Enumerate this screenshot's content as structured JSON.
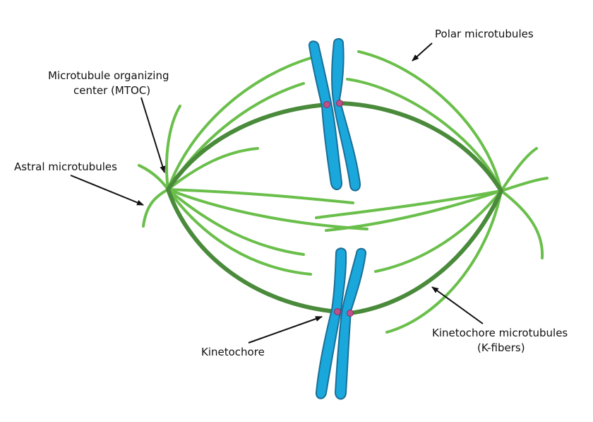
{
  "colors": {
    "polar_microtubule": "#6abf4b",
    "kinetochore_microtubule": "#4a8a3b",
    "chromosome_fill": "#1aa7dc",
    "chromosome_stroke": "#1b6f95",
    "kinetochore": "#c0508a",
    "arrow": "#111111"
  },
  "labels": {
    "polar": "Polar microtubules",
    "mtoc_line1": "Microtubule organizing",
    "mtoc_line2": "center (MTOC)",
    "astral": "Astral microtubules",
    "kinetochore": "Kinetochore",
    "kfibers_line1": "Kinetochore microtubules",
    "kfibers_line2": "(K-fibers)"
  }
}
